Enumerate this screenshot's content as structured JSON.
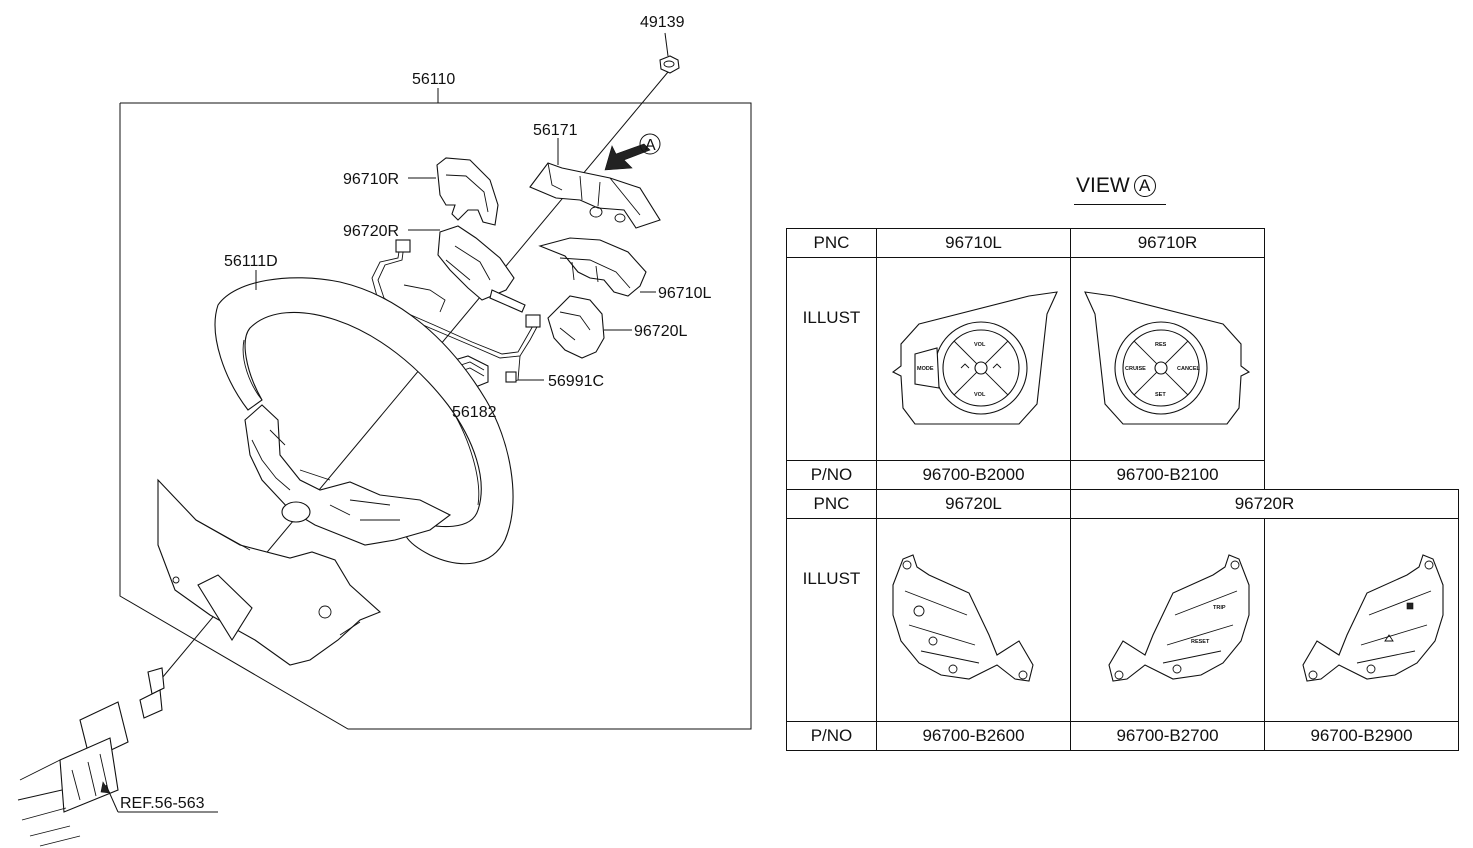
{
  "callouts": {
    "p49139": "49139",
    "p56110": "56110",
    "p56171": "56171",
    "p96710R": "96710R",
    "p96720R": "96720R",
    "p56111D": "56111D",
    "p96710L": "96710L",
    "p96720L": "96720L",
    "p56991C": "56991C",
    "p56182": "56182",
    "ref": "REF.56-563",
    "arrow_letter": "A"
  },
  "view": {
    "label": "VIEW",
    "letter": "A"
  },
  "table": {
    "pnc_label": "PNC",
    "illust_label": "ILLUST",
    "pno_label": "P/NO",
    "top": {
      "pnc": [
        "96710L",
        "96710R"
      ],
      "pno": [
        "96700-B2000",
        "96700-B2100"
      ]
    },
    "bottom": {
      "pnc": [
        "96720L",
        "96720R"
      ],
      "pno": [
        "96700-B2600",
        "96700-B2700",
        "96700-B2900"
      ]
    }
  },
  "switch_text": {
    "vol_up": "VOL",
    "vol_down": "VOL",
    "mode": "MODE",
    "res": "RES",
    "set": "SET",
    "cruise": "CRUISE",
    "cancel": "CANCEL",
    "trip": "TRIP",
    "reset": "RESET"
  }
}
